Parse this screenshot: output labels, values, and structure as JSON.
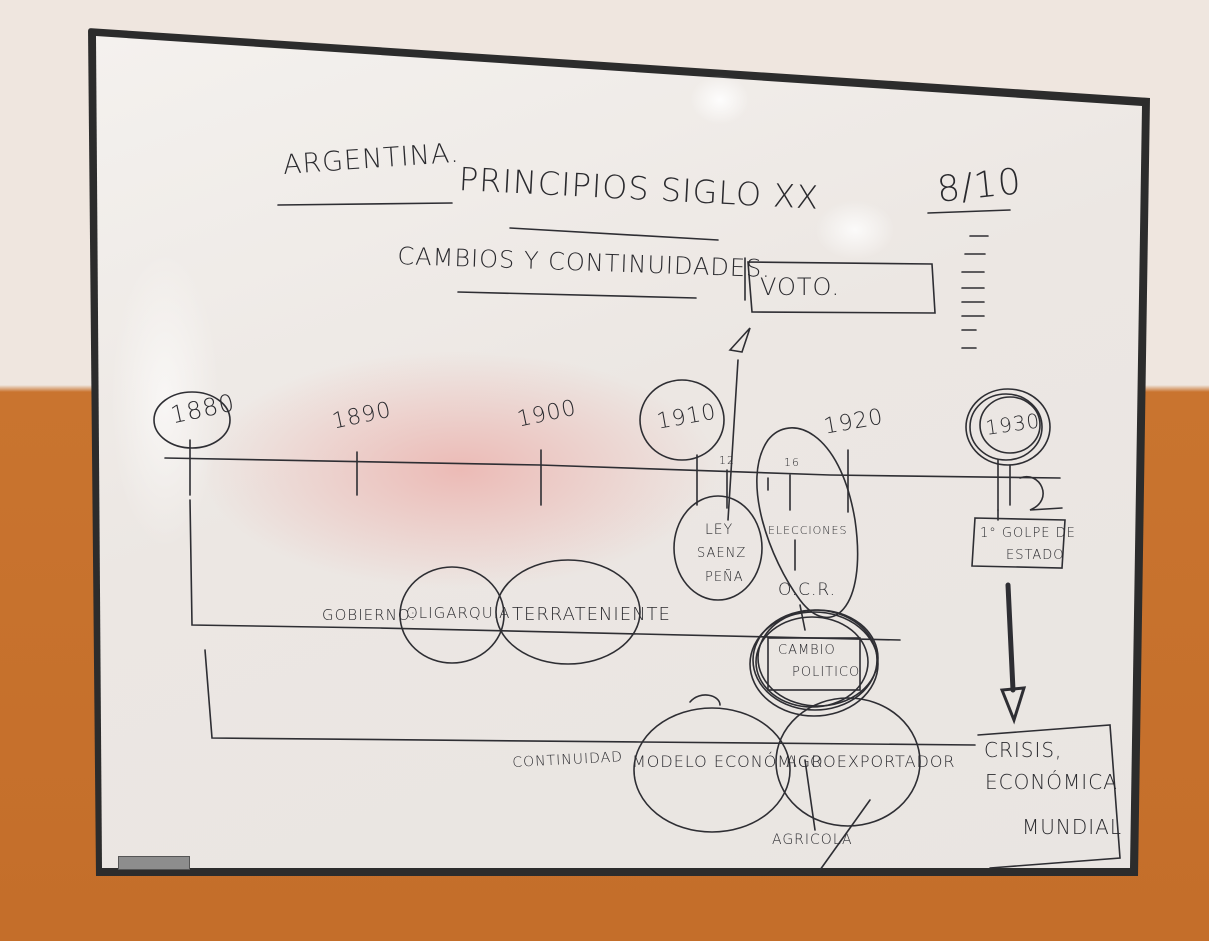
{
  "board": {
    "title_part1": "ARGENTINA.",
    "title_part2": "PRINCIPIOS SIGLO XX",
    "subtitle": "CAMBIOS Y CONTINUIDADES.",
    "boxed_word": "VOTO.",
    "date": "8/10"
  },
  "timeline": {
    "years": [
      "1880",
      "1890",
      "1900",
      "1910",
      "1920",
      "1930"
    ],
    "small_marks": [
      "12",
      "16"
    ]
  },
  "notes": {
    "gobierno": "GOBIERNO:",
    "oligarquia": "OLIGARQUIA",
    "terrateniente": "TERRATENIENTE",
    "ley_line1": "LEY",
    "ley_line2": "SAENZ",
    "ley_line3": "PEÑA",
    "elecciones": "ELECCIONES",
    "ocr": "O.C.R.",
    "cambio_line1": "CAMBIO",
    "cambio_line2": "POLITICO",
    "golpe_line1": "1° GOLPE DE",
    "golpe_line2": "ESTADO",
    "continuidad": "CONTINUIDAD",
    "modelo": "MODELO ECONÓMICO",
    "agro": "AGROEXPORTADOR",
    "agricola": "AGRICOLA",
    "crisis_line1": "CRISIS,",
    "crisis_line2": "ECONÓMICA",
    "crisis_line3": "MUNDIAL"
  }
}
